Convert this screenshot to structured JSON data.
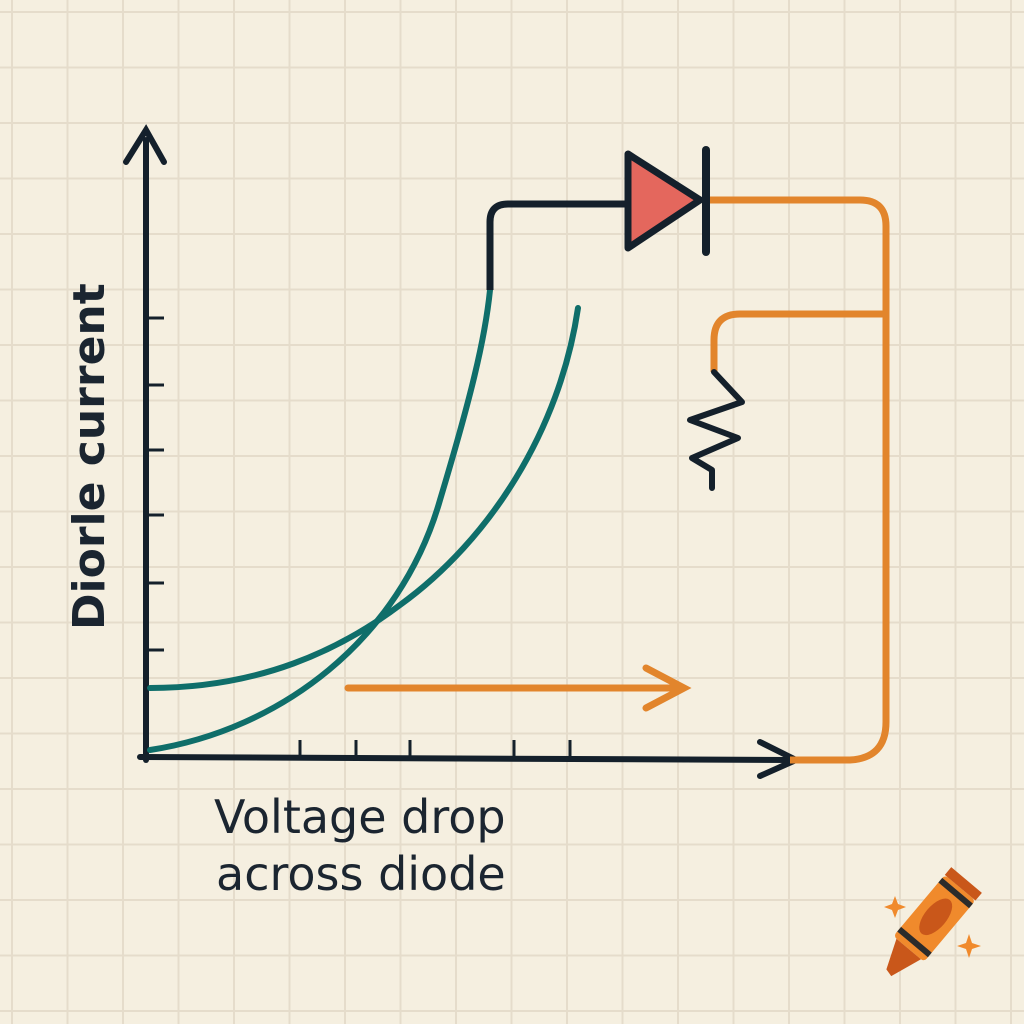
{
  "y_axis_label": "Diorle current",
  "x_axis_label_line1": "Voltage drop",
  "x_axis_label_line2": "across diode",
  "colors": {
    "background": "#f5efe0",
    "grid": "#e5dccb",
    "axis": "#14202b",
    "teal": "#0f6e6a",
    "orange": "#e2852c",
    "diode": "#e4675d",
    "crayon": "#f08a2c"
  },
  "icons": [
    "diode-symbol",
    "resistor-symbol",
    "crayon-icon",
    "sparkle-icon"
  ]
}
